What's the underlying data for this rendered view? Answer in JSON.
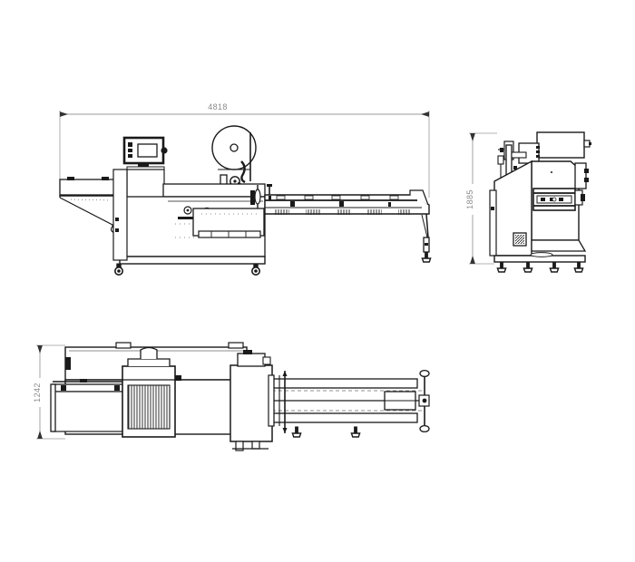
{
  "drawing": {
    "type": "orthographic-technical-drawing",
    "subject": "horizontal flow wrap packaging machine",
    "background_color": "#ffffff",
    "line_color": "#1a1a1a",
    "dimension_color": "#8a8a8a",
    "units_note": "",
    "sheet_width": 700,
    "sheet_height": 620
  },
  "dimensions": {
    "overall_length": "4818",
    "overall_height": "1885",
    "overall_width": "1242"
  },
  "views": {
    "front": {
      "name": "front-elevation",
      "dimension_label": "4818",
      "components": [
        "infeed-conveyor",
        "hmi-control-panel",
        "film-reel",
        "forming-box",
        "sealing-head",
        "main-cabinet",
        "discharge-conveyor",
        "caster-wheel",
        "support-leg"
      ]
    },
    "side": {
      "name": "right-side-elevation",
      "dimension_label": "1885",
      "components": [
        "upper-frame",
        "cross-sealing-jaws",
        "cabinet-door",
        "vent-grille",
        "leveling-foot"
      ]
    },
    "plan": {
      "name": "top-plan-view",
      "dimension_label": "1242",
      "components": [
        "infeed-chain-conveyor",
        "finned-block",
        "machine-body",
        "discharge-rails",
        "end-roller",
        "support-leg"
      ]
    }
  }
}
